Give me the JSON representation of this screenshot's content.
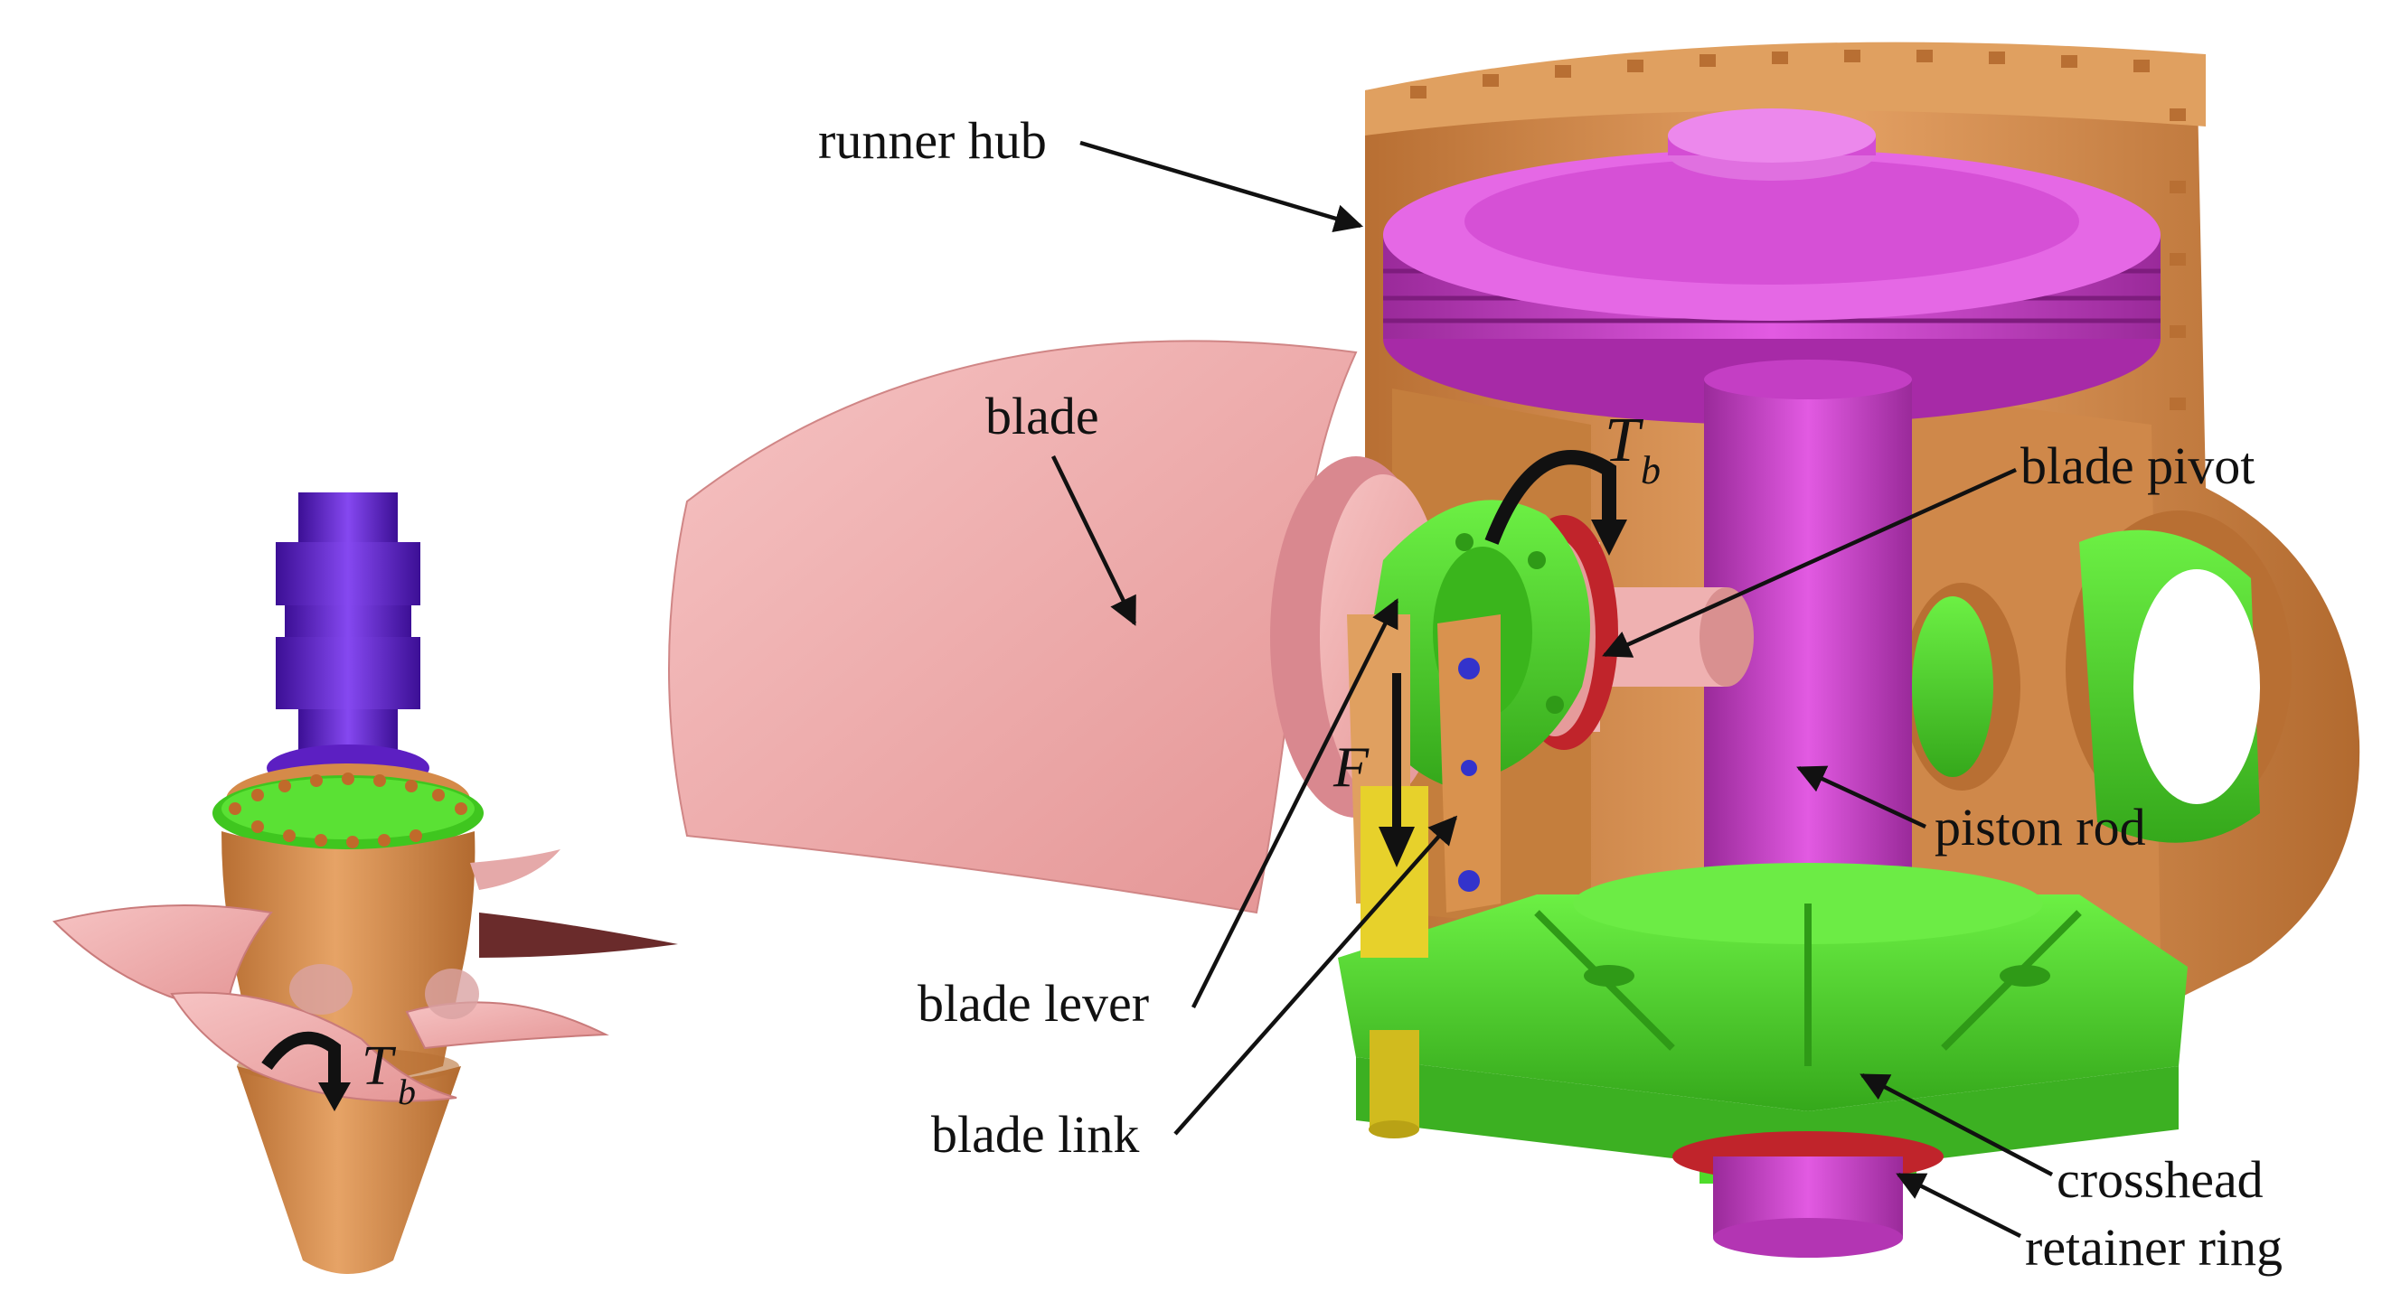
{
  "colors": {
    "hub_bronze": "#d9924e",
    "hub_bronze_dark": "#a9652d",
    "piston_magenta": "#d43dd4",
    "piston_magenta_dark": "#8e1f8e",
    "blade_pink": "#f0a7a7",
    "blade_pink_dark": "#c97b7b",
    "crosshead_green": "#4fdc2b",
    "crosshead_green_dark": "#2f9a17",
    "shaft_purple": "#6a26d8",
    "shaft_purple_dark": "#3c0f95",
    "retainer_red": "#c0242b",
    "link_yellow": "#e7d12b",
    "label_black": "#111111"
  },
  "labels": {
    "runner_hub": "runner hub",
    "blade": "blade",
    "blade_pivot": "blade pivot",
    "piston_rod": "piston rod",
    "blade_lever": "blade lever",
    "blade_link": "blade link",
    "crosshead": "crosshead",
    "retainer_ring": "retainer ring",
    "force": "F",
    "torque_main": "T",
    "torque_main_sub": "b",
    "torque_small": "T",
    "torque_small_sub": "b"
  },
  "icons": {
    "torque_arrow": "curved-rotation-arrow-icon",
    "force_arrow": "down-arrow-icon"
  }
}
